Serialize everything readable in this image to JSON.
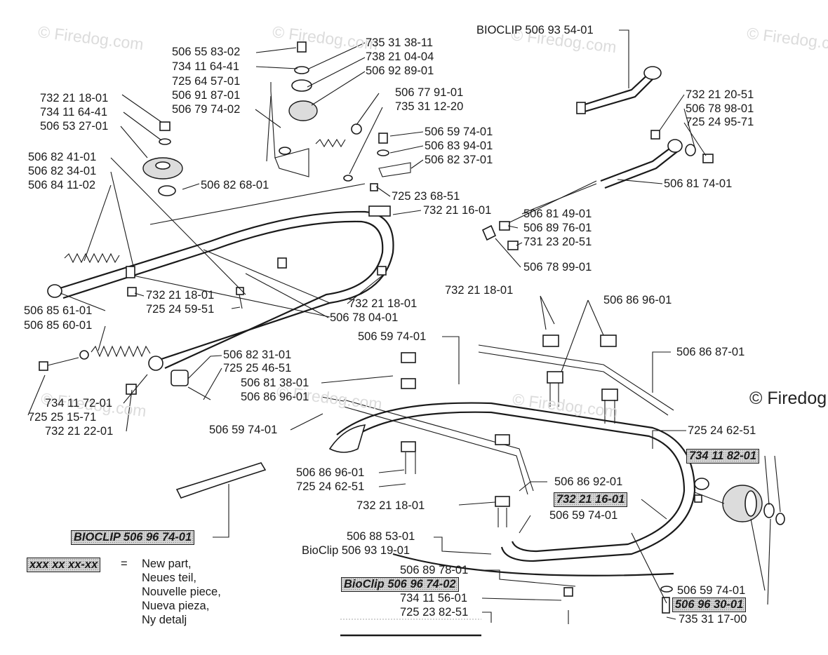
{
  "watermarks": {
    "faint": "© Firedog.com",
    "strong": "© Firedog"
  },
  "labels": {
    "l_735_31_38_11": "735 31 38-11",
    "l_738_21_04_04": "738 21 04-04",
    "l_506_92_89_01": "506 92 89-01",
    "l_506_55_83_02": "506 55 83-02",
    "l_734_11_64_41_a": "734 11 64-41",
    "l_725_64_57_01": "725 64 57-01",
    "l_506_91_87_01": "506 91 87-01",
    "l_506_79_74_02": "506 79 74-02",
    "l_732_21_18_01_a": "732 21 18-01",
    "l_734_11_64_41_b": "734 11 64-41",
    "l_506_53_27_01": "506 53 27-01",
    "l_506_82_41_01": "506 82 41-01",
    "l_506_82_34_01": "506 82 34-01",
    "l_506_84_11_02": "506 84 11-02",
    "l_506_82_68_01": "506 82 68-01",
    "l_506_77_91_01": "506 77 91-01",
    "l_735_31_12_20": "735 31 12-20",
    "l_506_59_74_01_a": "506 59 74-01",
    "l_506_83_94_01": "506 83 94-01",
    "l_506_82_37_01": "506 82 37-01",
    "l_725_23_68_51": "725 23 68-51",
    "l_732_21_16_01": "732 21 16-01",
    "l_732_21_18_01_b": "732 21 18-01",
    "l_725_24_59_51": "725 24 59-51",
    "l_732_21_18_01_c": "732 21 18-01",
    "l_506_78_04_01": "506 78 04-01",
    "l_506_85_61_01": "506 85 61-01",
    "l_506_85_60_01": "506 85 60-01",
    "l_506_82_31_01": "506 82 31-01",
    "l_725_25_46_51": "725 25 46-51",
    "l_734_11_72_01": "734 11 72-01",
    "l_725_25_15_71": "725 25 15-71",
    "l_732_21_22_01": "732 21 22-01",
    "l_bioclip_506_93_54_01": "BIOCLIP 506 93 54-01",
    "l_732_21_20_51": "732 21 20-51",
    "l_506_78_98_01": "506 78 98-01",
    "l_725_24_95_71": "725 24 95-71",
    "l_506_81_74_01": "506 81 74-01",
    "l_506_81_49_01": "506 81 49-01",
    "l_506_89_76_01": "506 89 76-01",
    "l_731_23_20_51": "731 23 20-51",
    "l_506_78_99_01": "506 78 99-01",
    "l_732_21_18_01_d": "732 21 18-01",
    "l_506_86_96_01_a": "506 86 96-01",
    "l_506_59_74_01_b": "506 59 74-01",
    "l_506_86_87_01": "506 86 87-01",
    "l_506_81_38_01": "506 81 38-01",
    "l_506_86_96_01_b": "506 86 96-01",
    "l_506_59_74_01_c": "506 59 74-01",
    "l_725_24_62_51_a": "725 24 62-51",
    "l_506_86_96_01_c": "506 86 96-01",
    "l_725_24_62_51_b": "725 24 62-51",
    "l_506_86_92_01": "506 86 92-01",
    "l_732_21_18_01_e": "732 21 18-01",
    "l_506_59_74_01_d": "506 59 74-01",
    "l_506_88_53_01": "506 88 53-01",
    "l_bioclip_506_93_19_01": "BioClip 506 93 19-01",
    "l_506_89_78_01": "506 89 78-01",
    "l_734_11_56_01": "734 11 56-01",
    "l_725_23_82_51": "725 23 82-51",
    "l_506_59_74_01_e": "506 59 74-01",
    "l_735_31_17_00": "735 31 17-00"
  },
  "highlighted": {
    "h_734_11_82_01": "734 11 82-01",
    "h_732_21_16_01": "732 21 16-01",
    "h_bioclip_506_96_74_01": "BIOCLIP 506 96 74-01",
    "h_bioclip_506_96_74_02": "BioClip 506 96 74-02",
    "h_506_96_30_01": "506 96 30-01"
  },
  "legend": {
    "sample": "xxx xx xx-xx",
    "equals": "=",
    "lines": [
      "New part,",
      "Neues teil,",
      "Nouvelle piece,",
      "Nueva pieza,",
      "Ny detalj"
    ]
  }
}
